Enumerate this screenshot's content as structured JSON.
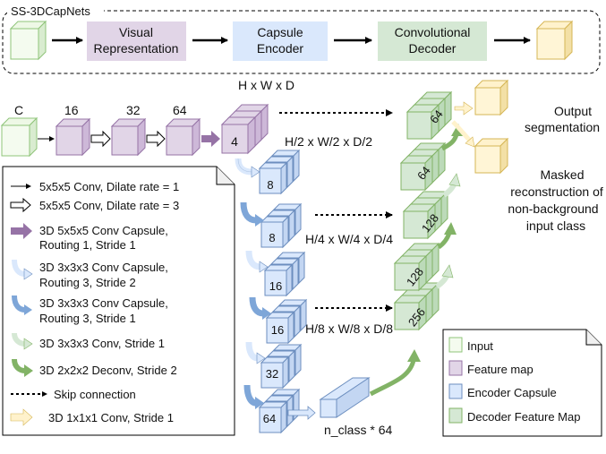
{
  "header": {
    "title": "SS-3DCapNets",
    "stages": [
      "Visual",
      "Representation",
      "Capsule",
      "Encoder",
      "Convolutional",
      "Decoder"
    ]
  },
  "dims": {
    "full": "H x W x D",
    "half": "H/2 x W/2 x D/2",
    "quarter": "H/4 x W/4 x D/4",
    "eighth": "H/8 x W/8 x D/8"
  },
  "stem_labels": [
    "C",
    "16",
    "32",
    "64"
  ],
  "block_labels": {
    "caps4": "4",
    "caps8a": "8",
    "caps8b": "8",
    "caps16a": "16",
    "caps16b": "16",
    "caps32": "32",
    "caps64": "64",
    "dec256": "256",
    "dec128a": "128",
    "dec128b": "128",
    "dec64a": "64",
    "dec64b": "64"
  },
  "nclass": "n_class * 64",
  "outputs": {
    "seg_line1": "Output",
    "seg_line2": "segmentation",
    "rec_line1": "Masked",
    "rec_line2": "reconstruction of",
    "rec_line3": "non-background",
    "rec_line4": "input class"
  },
  "legend_ops": [
    "5x5x5 Conv, Dilate rate = 1",
    "5x5x5 Conv, Dilate rate = 3",
    "3D 5x5x5 Conv Capsule,",
    "Routing 1, Stride 1",
    "3D 3x3x3 Conv Capsule,",
    "Routing 3, Stride 2",
    "3D 3x3x3 Conv Capsule,",
    "Routing 3, Stride 1",
    "3D 3x3x3 Conv, Stride 1",
    "3D 2x2x2 Deconv, Stride 2",
    "Skip connection",
    "3D 1x1x1 Conv, Stride 1"
  ],
  "legend_blocks": [
    "Input",
    "Feature map",
    "Encoder Capsule",
    "Decoder Feature Map"
  ],
  "colors": {
    "input_fill": "#eef8e6",
    "input_stroke": "#8fc47a",
    "feature_fill": "#e1d5e7",
    "feature_stroke": "#9673a6",
    "encoder_fill": "#dae8fc",
    "encoder_stroke": "#6c8ebf",
    "decoder_fill": "#d5e8d4",
    "decoder_stroke": "#82b366",
    "output_fill": "#fff2cc",
    "output_stroke": "#d6b656",
    "purple_arrow": "#9673a6",
    "blue_light": "#dae8fc",
    "blue_dark": "#7ea6d8",
    "green_light": "#d5e8d4",
    "green_dark": "#82b366",
    "yellow_arrow": "#fff2cc"
  }
}
